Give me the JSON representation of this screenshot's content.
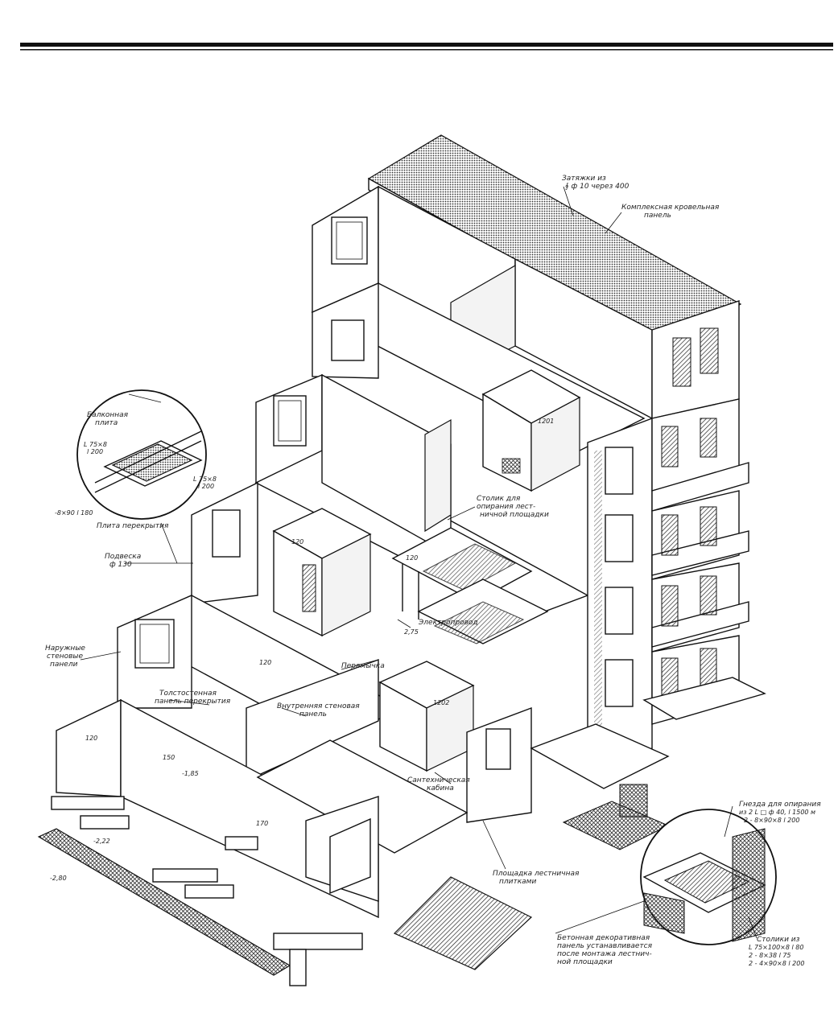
{
  "labels": {
    "zatyazhki": "Затяжки из",
    "zatyazhki_sub": "∮ ф 10 через 400",
    "krovelnaya": "Комплексная кровельная",
    "krovelnaya_sub": "панель",
    "balkonnaya": "Балконная",
    "balkonnaya_sub": "плита",
    "angle1": "L 75×8",
    "angle1_sub": "l 200",
    "angle2": "L 75×8",
    "angle2_sub": "l 200",
    "strip": "-8×90 l 180",
    "plita": "Плита перекрытия",
    "podveska": "Подвеска",
    "podveska_sub": "ф 130",
    "naruzhnye": "Наружные",
    "naruzhnye_2": "стеновые",
    "naruzhnye_3": "панели",
    "toliko": "Толстостенная",
    "toliko_sub": "панель перекрытия",
    "vnutr": "Внутренняя стеновая",
    "vnutr_sub": "панель",
    "peremychka": "Перемычка",
    "elektroprovod": "Электропровод",
    "stolik": "Столик для",
    "stolik_2": "опирания лест-",
    "stolik_3": "ничной площадки",
    "santech": "Сантехническая",
    "santech_sub": "кабина",
    "ploshadka": "Площадка лестничная",
    "ploshadka_sub": "плитками",
    "betonnaya": "Бетонная декоративная",
    "betonnaya_2": "панель устанавливается",
    "betonnaya_3": "после монтажа лестнич-",
    "betonnaya_4": "ной площадки",
    "gnezda": "Гнезда для опирания",
    "gnezda_2": "из 2 L □ ф 40, l 1500 м",
    "gnezda_3": "2 - 8×90×8 l 200",
    "stoliki": "Столики из",
    "stoliki_2": "L 75×100×8   l 80",
    "stoliki_3": "2 - 8×38   l 75",
    "stoliki_4": "2 - 4×90×8  l 200",
    "dim_120a": "120",
    "dim_120b": "120",
    "dim_1201": "1201",
    "dim_1202": "1202",
    "dim_120c": "120",
    "dim_level1": "-1,85",
    "dim_level2": "-2,22",
    "dim_level3": "-2,80",
    "dim_150": "150",
    "dim_170": "170",
    "dim_120d": "120",
    "dim_275": "2,75"
  }
}
